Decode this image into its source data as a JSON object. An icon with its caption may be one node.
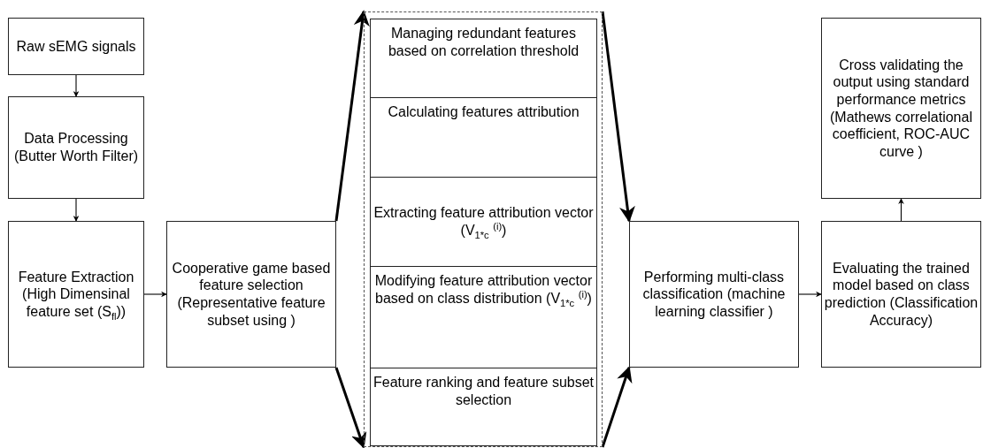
{
  "diagram": {
    "nodes": [
      {
        "text": [
          "Raw sEMG signals"
        ]
      },
      {
        "text": [
          "Data Processing (Butter Worth Filter)"
        ]
      },
      {
        "text": [
          "Feature Extraction (High Dimensinal feature set (S$_{fl}$))"
        ]
      },
      {
        "text": [
          "Cooperative game based feature selection (Representative feature subset using )"
        ]
      },
      {
        "text": [],
        "shape": "box"
      },
      {
        "text": [
          "Managing redundant features  based on correlation threshold"
        ],
        "in": 4
      },
      {
        "text": [
          "Calculating features attribution"
        ],
        "in": 4
      },
      {
        "text": [
          "Extracting feature attribution vector (V$_{1*c}$ $^{(i)}$)"
        ],
        "in": 4
      },
      {
        "text": [
          "Modifying feature attribution vector based on class distribution (V$_{1*c}$ $^{(i)}$)"
        ],
        "in": 4
      },
      {
        "text": [
          "Feature ranking and feature subset selection"
        ],
        "in": 4
      },
      {
        "text": [
          "Performing multi-class classification (machine learning classifier )"
        ]
      },
      {
        "text": [
          "Evaluating the trained model based on class prediction (Classification Accuracy)"
        ]
      },
      {
        "text": [
          "Cross validating the output using standard performance metrics (Mathews correlational coefficient, ROC-AUC curve )"
        ]
      }
    ],
    "edges": [
      {
        "from": 0,
        "to": 1,
        "arrow": "to"
      },
      {
        "from": 1,
        "to": 2,
        "arrow": "to"
      },
      {
        "from": 2,
        "to": 3,
        "arrow": "to"
      },
      {
        "from": 3,
        "to": 4,
        "arrow": "to",
        "style": "thick"
      },
      {
        "from": 3,
        "to": 4,
        "arrow": "to",
        "style": "thick"
      },
      {
        "from": 4,
        "to": 10,
        "arrow": "to",
        "style": "thick"
      },
      {
        "from": 4,
        "to": 10,
        "arrow": "to",
        "style": "thick"
      },
      {
        "from": 10,
        "to": 11,
        "arrow": "to"
      },
      {
        "from": 11,
        "to": 12,
        "arrow": "to"
      }
    ]
  }
}
